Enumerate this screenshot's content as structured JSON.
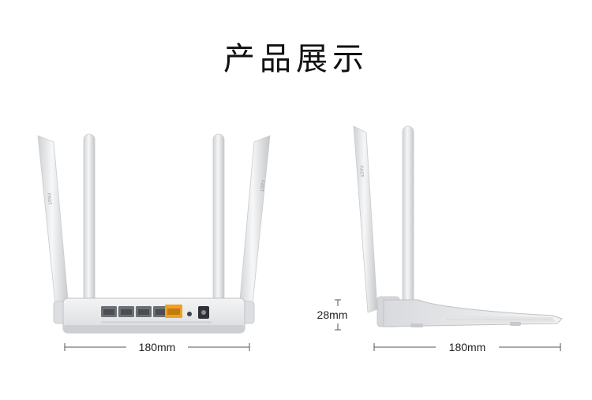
{
  "title": "产品展示",
  "front_view": {
    "width_label": "180mm",
    "antenna_brand_text": "FAST"
  },
  "side_view": {
    "width_label": "180mm",
    "height_label": "28mm",
    "antenna_brand_text": "FAST"
  },
  "colors": {
    "body": "#e9eaec",
    "port_accent": "#f0a020",
    "dimension_line": "#555555"
  }
}
